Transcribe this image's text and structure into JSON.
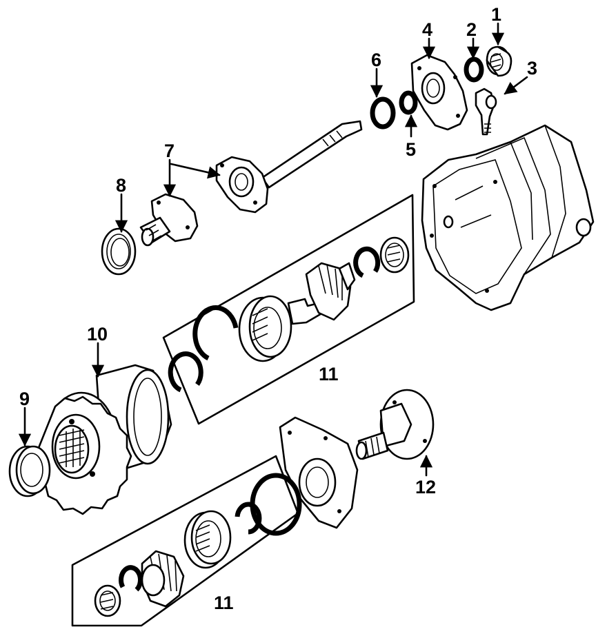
{
  "diagram": {
    "labels": [
      {
        "id": "1",
        "text": "1"
      },
      {
        "id": "2",
        "text": "2"
      },
      {
        "id": "3",
        "text": "3"
      },
      {
        "id": "4",
        "text": "4"
      },
      {
        "id": "5",
        "text": "5"
      },
      {
        "id": "6",
        "text": "6"
      },
      {
        "id": "7",
        "text": "7"
      },
      {
        "id": "8",
        "text": "8"
      },
      {
        "id": "9",
        "text": "9"
      },
      {
        "id": "10",
        "text": "10"
      },
      {
        "id": "11a",
        "text": "11"
      },
      {
        "id": "11b",
        "text": "11"
      },
      {
        "id": "12",
        "text": "12"
      }
    ],
    "colors": {
      "ink": "#000000",
      "paper": "#ffffff"
    }
  }
}
